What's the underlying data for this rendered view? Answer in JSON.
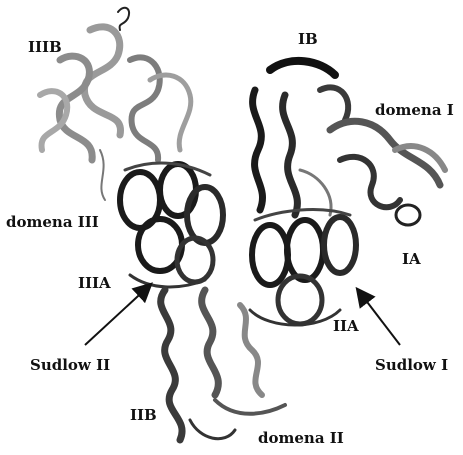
{
  "labels": {
    "IIIB": "IIIB",
    "IB": "IB",
    "domena_I": "domena I",
    "domena_III": "domena III",
    "IIIA": "IIIA",
    "IA": "IA",
    "IIA": "IIA",
    "sudlow_II": "Sudlow II",
    "sudlow_I": "Sudlow I",
    "IIB": "IIB",
    "domena_II": "domena II"
  },
  "colors": {
    "dark_helix": "#1a1a1a",
    "light_helix": "#9a9a9a",
    "mid_helix": "#555555",
    "text": "#111111"
  }
}
